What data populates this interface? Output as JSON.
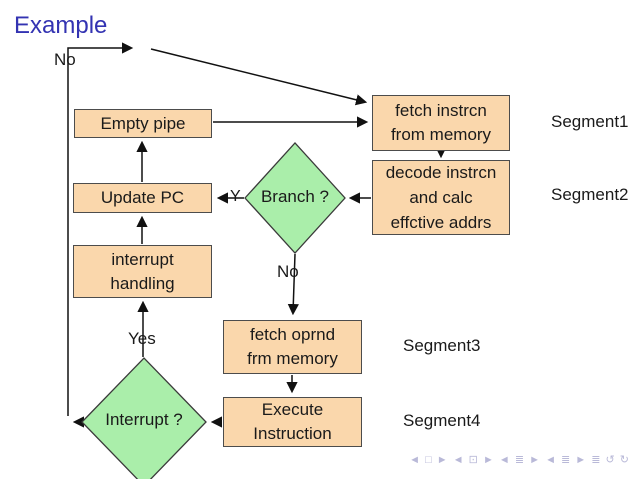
{
  "slide": {
    "title": "Example"
  },
  "flowchart": {
    "boxes": [
      {
        "id": "empty-pipe",
        "lines": [
          "Empty pipe"
        ]
      },
      {
        "id": "fetch-instr",
        "lines": [
          "fetch instrcn",
          "from memory"
        ]
      },
      {
        "id": "decode",
        "lines": [
          "decode instrcn",
          "and calc",
          "effctive addrs"
        ]
      },
      {
        "id": "update-pc",
        "lines": [
          "Update PC"
        ]
      },
      {
        "id": "interrupt-handling",
        "lines": [
          "interrupt",
          "handling"
        ]
      },
      {
        "id": "fetch-oprnd",
        "lines": [
          "fetch oprnd",
          "frm memory"
        ]
      },
      {
        "id": "execute",
        "lines": [
          "Execute",
          "Instruction"
        ]
      }
    ],
    "decisions": [
      {
        "id": "branch",
        "label": "Branch ?"
      },
      {
        "id": "interrupt",
        "label": "Interrupt ?"
      }
    ],
    "edge_labels": {
      "no_top": "No",
      "y": "Y",
      "no_mid": "No",
      "yes": "Yes"
    },
    "segments": [
      "Segment1",
      "Segment2",
      "Segment3",
      "Segment4"
    ],
    "colors": {
      "title": "#3333b2",
      "box_fill": "#fad7ac",
      "box_border": "#4c4c4c",
      "decision_fill": "#aaeeaa",
      "decision_border": "#3a3a3a",
      "line": "#111111",
      "nav": "#b9b9d8"
    }
  },
  "footer": {
    "nav_symbols": "◄ □ ►  ◄ ⊡ ►  ◄ ≣ ►  ◄ ≣ ►   ≣   ↺ ↻"
  }
}
